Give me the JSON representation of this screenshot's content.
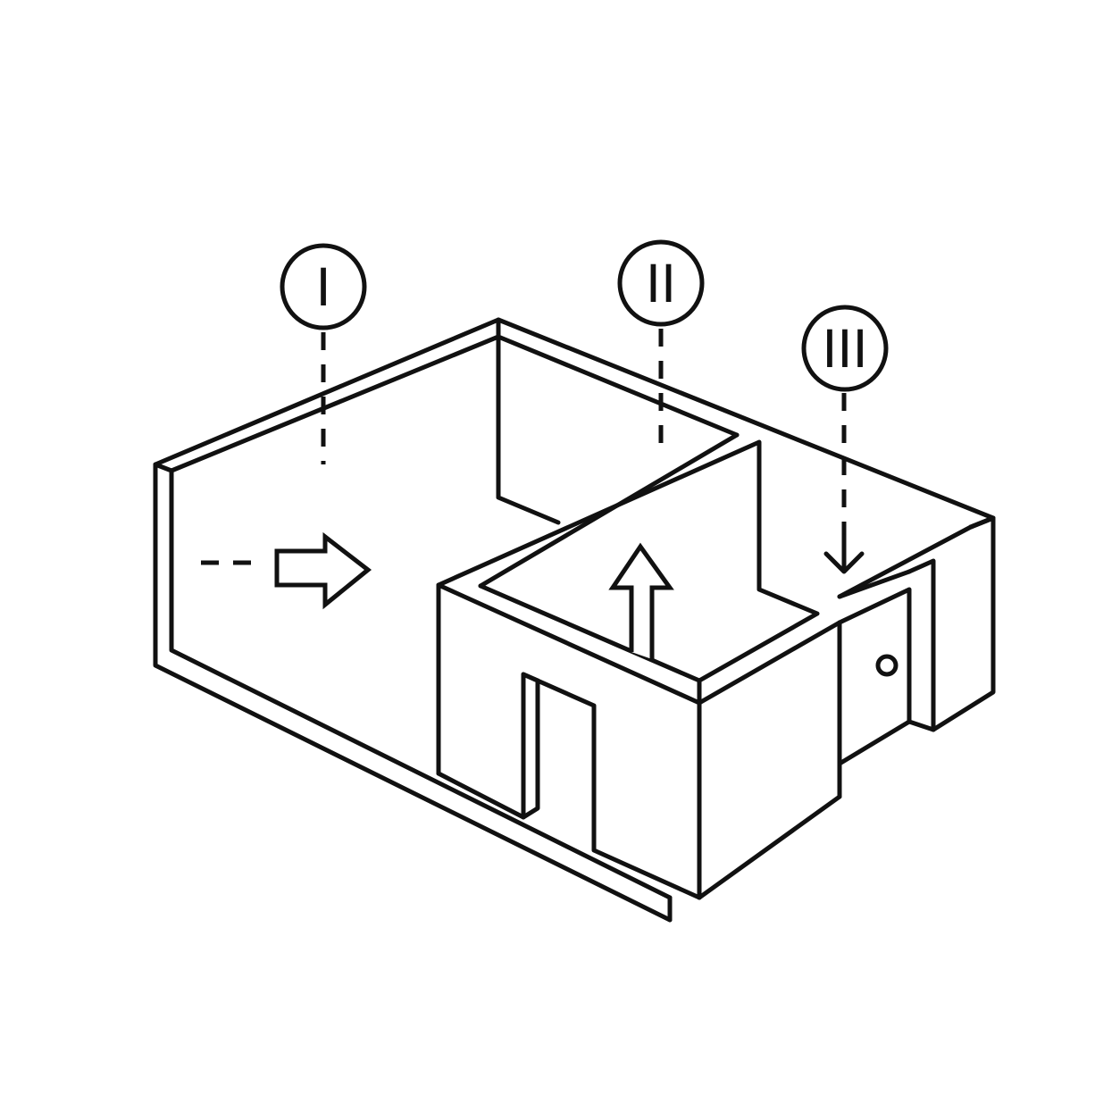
{
  "badges": [
    {
      "id": "room-1",
      "label": "I"
    },
    {
      "id": "room-2",
      "label": "II"
    },
    {
      "id": "room-3",
      "label": "III"
    }
  ],
  "colors": {
    "stroke": "#111111",
    "background": "#ffffff"
  },
  "icons": [
    "arrow-right-icon",
    "arrow-up-icon",
    "arrow-down-icon",
    "door-knob-icon"
  ]
}
